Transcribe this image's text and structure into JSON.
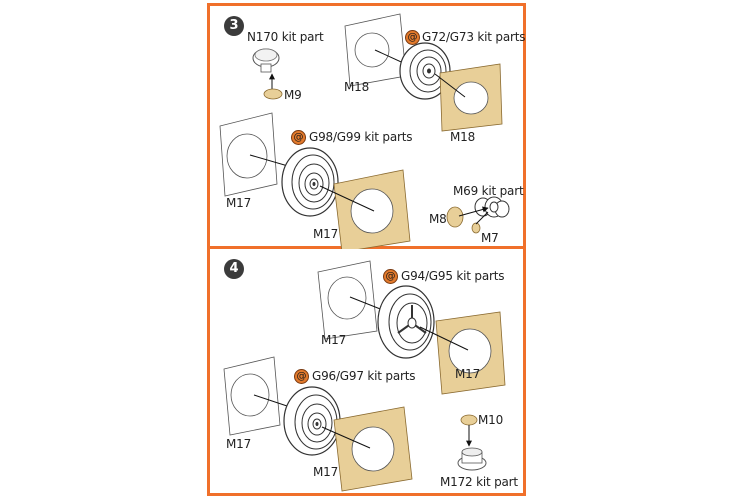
{
  "steps": [
    {
      "number": "3",
      "labels": {
        "n170": "N170 kit part",
        "m9": "M9",
        "g72": "G72/G73 kit parts",
        "m18_mask": "M18",
        "m18_outer": "M18",
        "g98": "G98/G99 kit parts",
        "m17_mask": "M17",
        "m17_outer": "M17",
        "m69": "M69 kit part",
        "m8": "M8",
        "m7": "M7"
      }
    },
    {
      "number": "4",
      "labels": {
        "g94": "G94/G95 kit parts",
        "m17_mask_top": "M17",
        "m17_outer_top": "M17",
        "g96": "G96/G97 kit parts",
        "m17_mask_bottom": "M17",
        "m17_outer_bottom": "M17",
        "m10": "M10",
        "m172": "M172 kit part"
      }
    }
  ],
  "badge_symbol": "@",
  "colors": {
    "frame": "#f0702a",
    "mask_fill": "#e8cf98",
    "badge": "#e37a2c",
    "step_circle": "#3b3b3b"
  }
}
